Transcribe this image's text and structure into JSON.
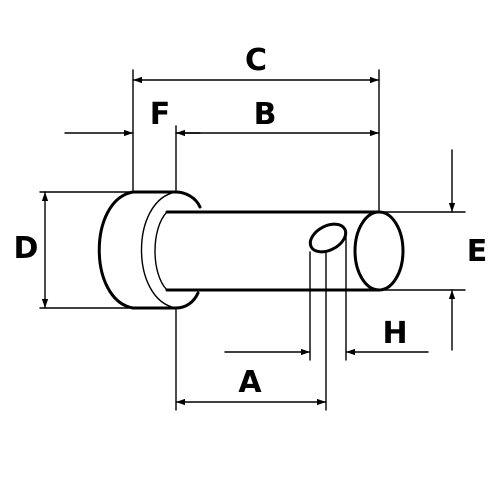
{
  "labels": {
    "C": "C",
    "F": "F",
    "B": "B",
    "D": "D",
    "E": "E",
    "H": "H",
    "A": "A"
  }
}
